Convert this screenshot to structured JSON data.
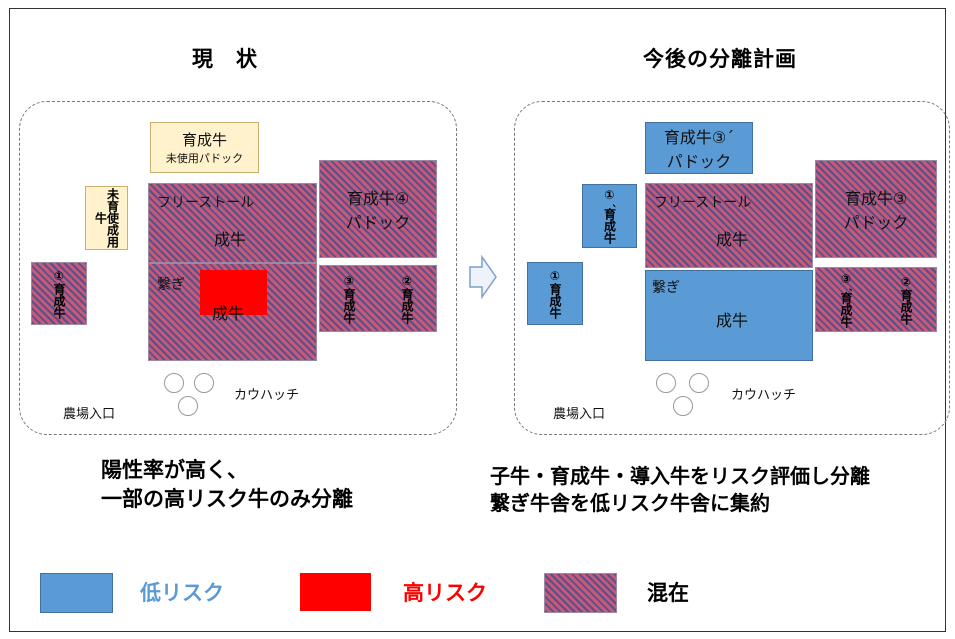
{
  "left": {
    "title": "現　状",
    "unused_top": "育成牛",
    "unused_sub": "未使用パドック",
    "unused_left": "未育使成用牛",
    "freestall": "フリーストール",
    "adult1": "成牛",
    "tie": "繋ぎ",
    "adult2": "成牛",
    "paddock4": "育成牛④",
    "paddock4_sub": "パドック",
    "calf1": "①育成牛",
    "calf3": "③育成牛",
    "calf2": "②育成牛",
    "hutch": "カウハッチ",
    "entrance": "農場入口",
    "caption1": "陽性率が高く、",
    "caption2": "一部の高リスク牛のみ分離"
  },
  "right": {
    "title": "今後の分離計画",
    "paddock3b": "育成牛③´",
    "paddock3b_sub": "パドック",
    "calf1b": "①´育成牛",
    "freestall": "フリーストール",
    "adult1": "成牛",
    "paddock3": "育成牛③",
    "paddock3_sub": "パドック",
    "calf1": "①育成牛",
    "tie": "繋ぎ",
    "adult2": "成牛",
    "calf3": "③´育成牛",
    "calf2": "②育成牛",
    "hutch": "カウハッチ",
    "entrance": "農場入口",
    "caption1": "子牛・育成牛・導入牛をリスク評価し分離",
    "caption2": "繋ぎ牛舎を低リスク牛舎に集約"
  },
  "legend": {
    "low": "低リスク",
    "high": "高リスク",
    "mixed": "混在"
  },
  "colors": {
    "low": "#5b9bd5",
    "high": "#ff0000",
    "mixed_a": "#5a4f8a",
    "mixed_b": "#c45a78",
    "low_text": "#5b9bd5",
    "high_text": "#ff0000"
  }
}
